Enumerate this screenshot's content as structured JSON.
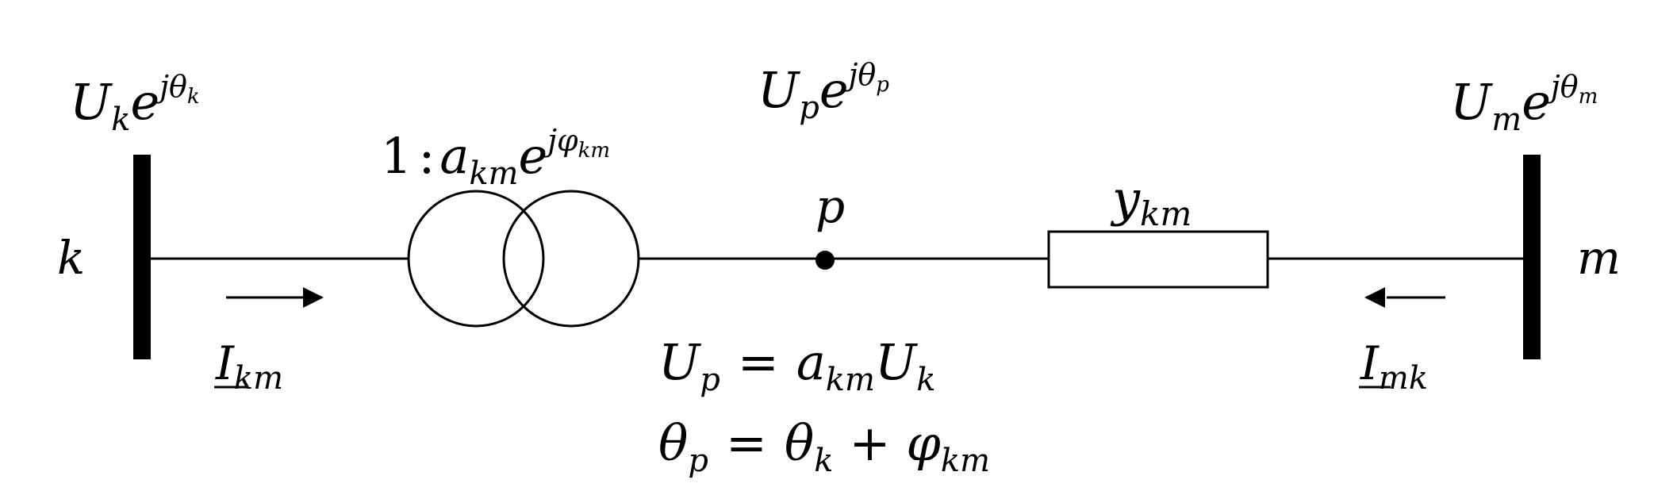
{
  "colors": {
    "line": "#000000",
    "background": "#ffffff"
  },
  "labels": {
    "bus_k": "k",
    "bus_m": "m",
    "node_p": "p",
    "admittance": {
      "base": "y",
      "sub": "km"
    },
    "voltage_k": {
      "base": "U",
      "sub": "k",
      "exp_base": "e",
      "exp_j": "jθ",
      "exp_sub": "k"
    },
    "voltage_p": {
      "base": "U",
      "sub": "p",
      "exp_base": "e",
      "exp_j": "jθ",
      "exp_sub": "p"
    },
    "voltage_m": {
      "base": "U",
      "sub": "m",
      "exp_base": "e",
      "exp_j": "jθ",
      "exp_sub": "m"
    },
    "ratio": {
      "one": "1",
      "colon": ":",
      "a": "a",
      "a_sub": "km",
      "e": "e",
      "exp_j": "jφ",
      "exp_sub": "km"
    },
    "current_km": {
      "base": "I",
      "sub": "km"
    },
    "current_mk": {
      "base": "I",
      "sub": "mk"
    },
    "eq1": {
      "lhs": "U",
      "lhs_sub": "p",
      "eq": "=",
      "a": "a",
      "a_sub": "km",
      "u": "U",
      "u_sub": "k"
    },
    "eq2": {
      "lhs": "θ",
      "lhs_sub": "p",
      "eq": "=",
      "t": "θ",
      "t_sub": "k",
      "plus": "+",
      "phi": "φ",
      "phi_sub": "km"
    }
  }
}
